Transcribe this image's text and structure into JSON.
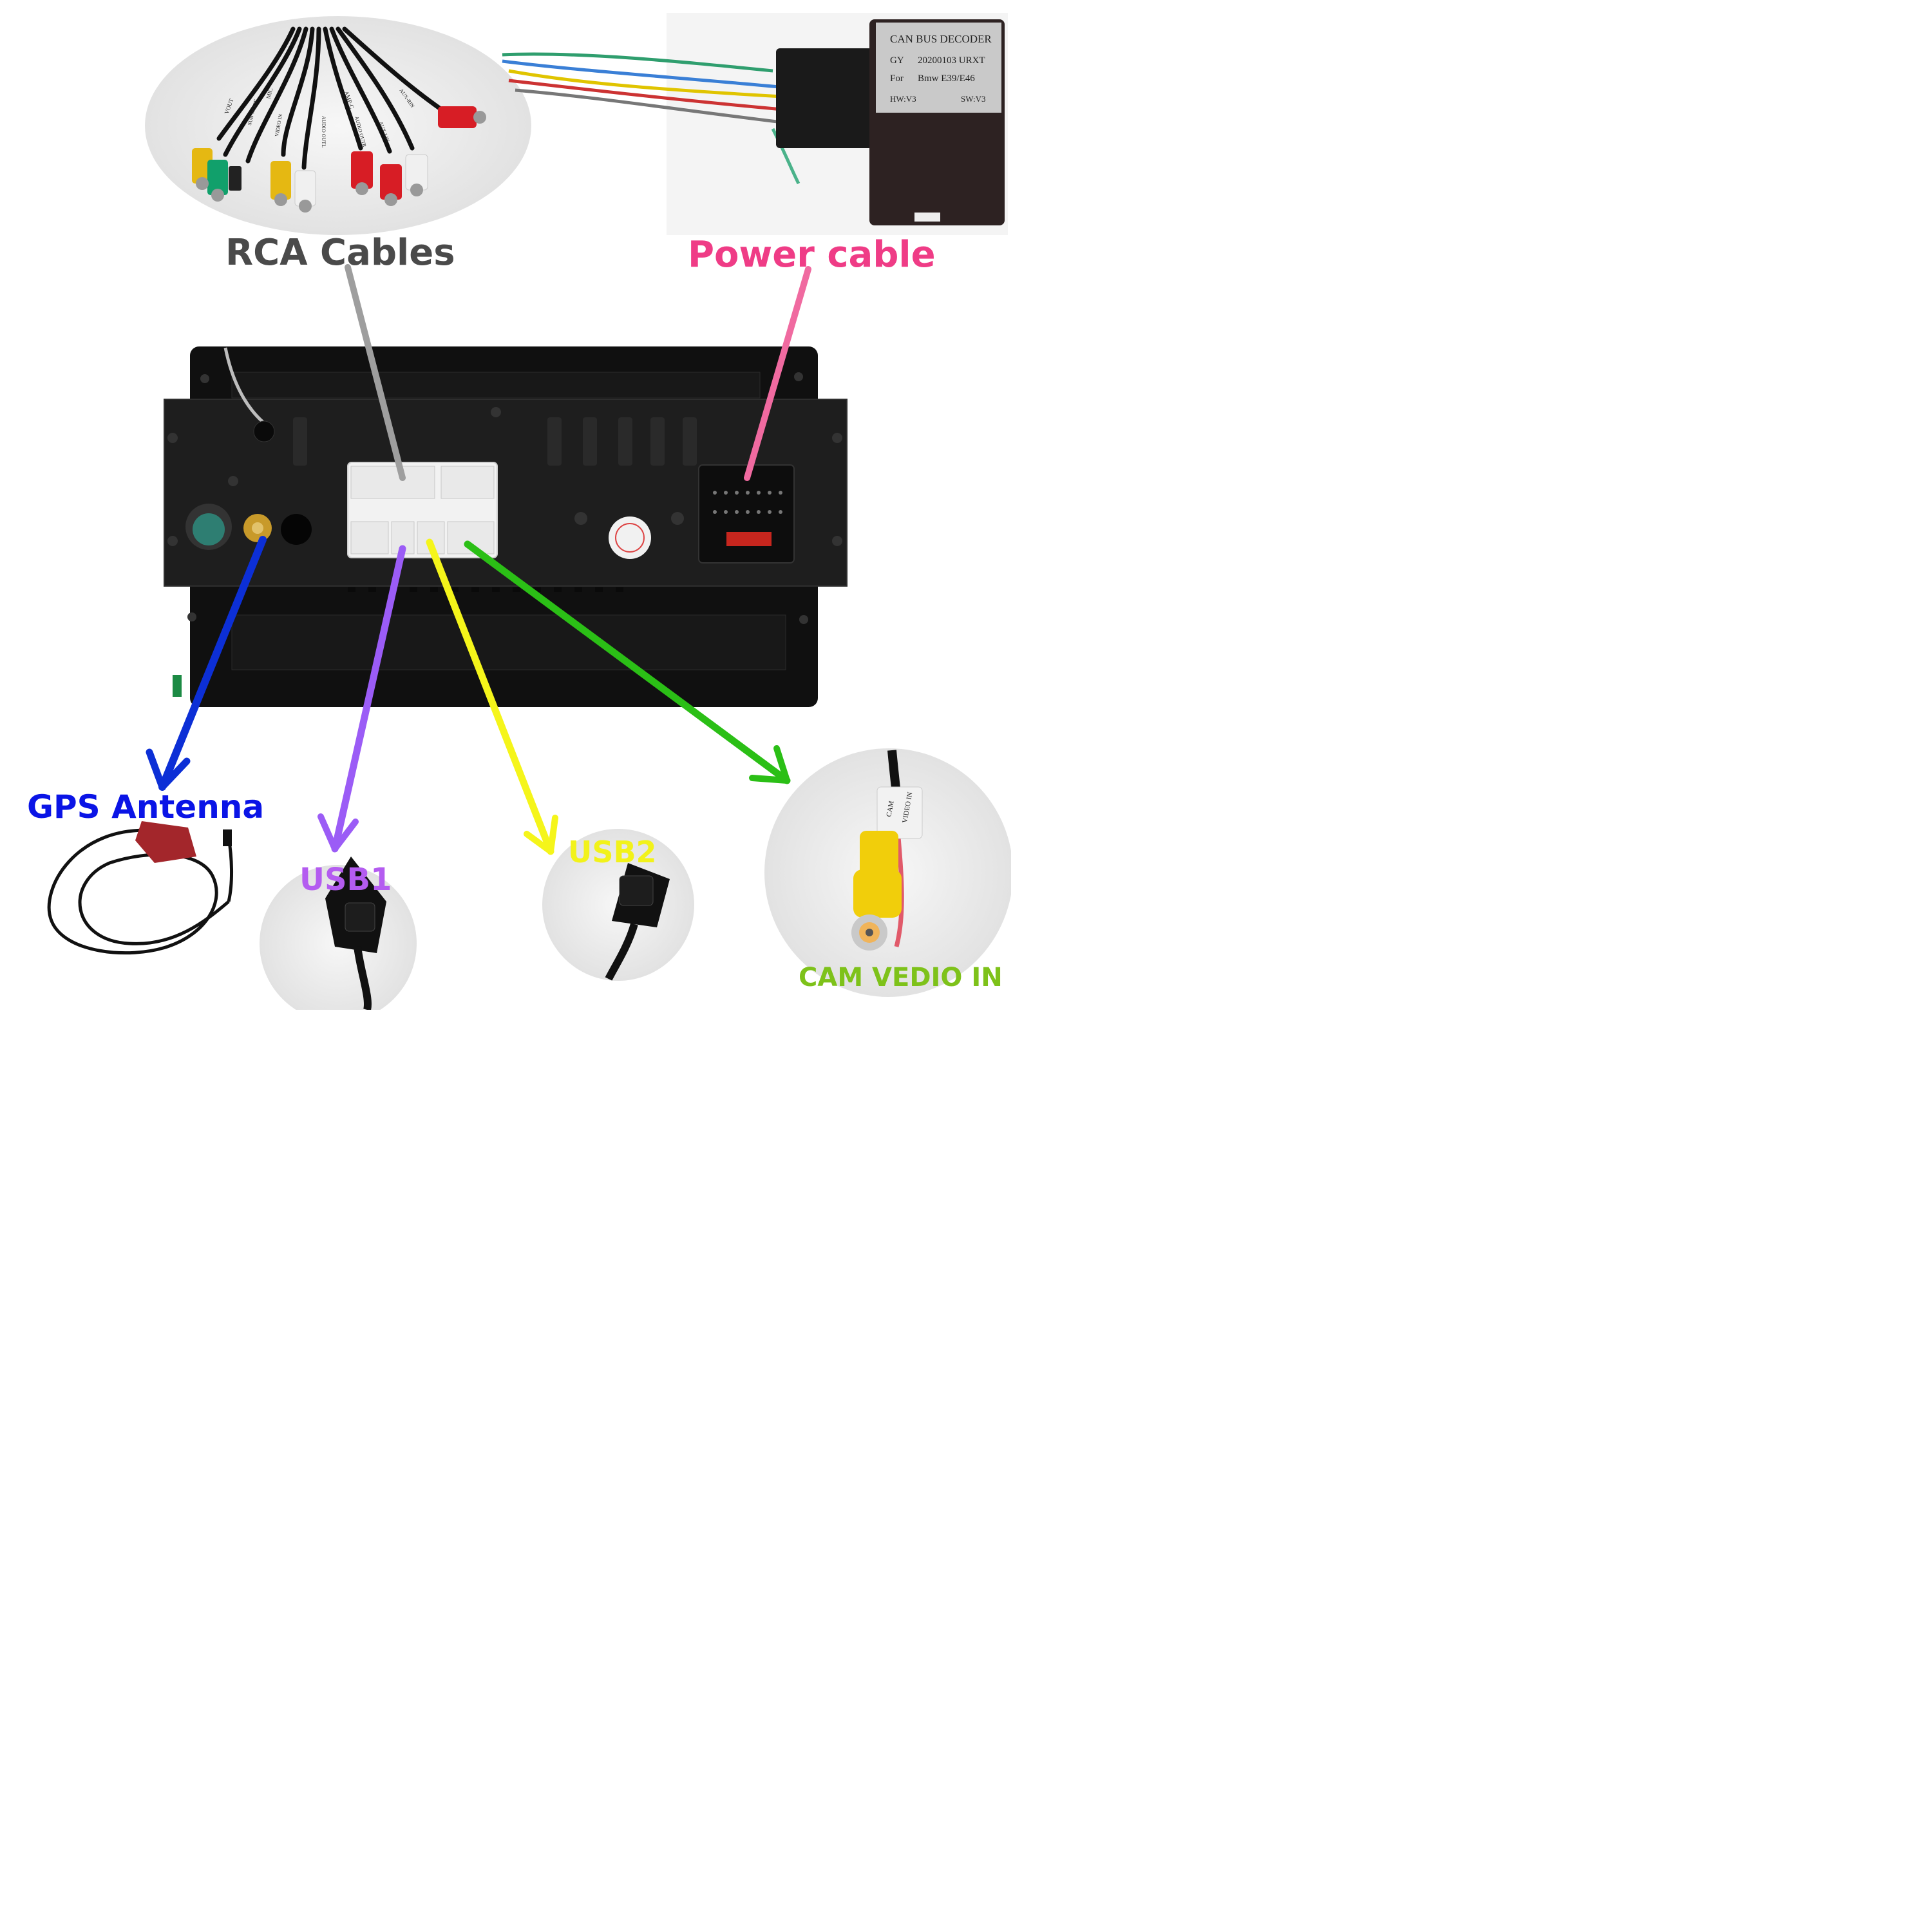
{
  "labels": {
    "rca": "RCA Cables",
    "power": "Power cable",
    "gps": "GPS Antenna",
    "usb1": "USB1",
    "usb2": "USB2",
    "cam": "CAM VEDIO IN"
  },
  "decoder": {
    "line1": "CAN BUS DECODER",
    "line2a": "GY",
    "line2b": "20200103 URXT",
    "line3a": "For",
    "line3b": "Bmw E39/E46",
    "line4a": "HW:V3",
    "line4b": "SW:V3"
  },
  "rca_tags": [
    "VOUT",
    "SUB WOOF",
    "MIC",
    "VIDEO IN",
    "AUDIO OUTL",
    "AMP-C",
    "AUDIO OUTR",
    "AUX-LIN",
    "AUX-RIN"
  ],
  "cam_tag": [
    "CAM",
    "VIDEO IN"
  ],
  "colors": {
    "rca": "#9e9e9e",
    "power": "#f06aa0",
    "gps": "#0c2fd6",
    "usb1": "#9b5cf6",
    "usb2": "#f5f51a",
    "cam": "#2bbf16"
  }
}
